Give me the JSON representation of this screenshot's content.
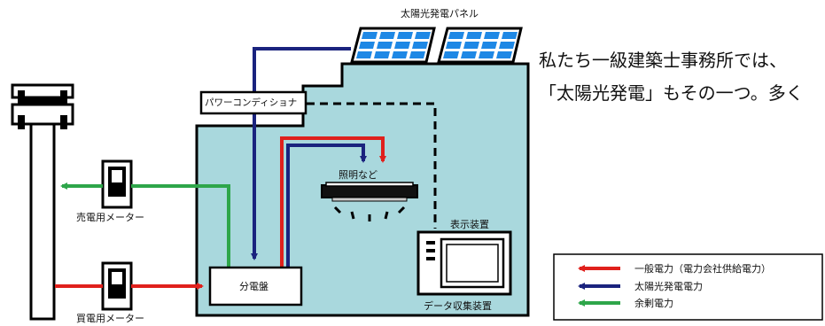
{
  "labels": {
    "solar_panel": "太陽光発電パネル",
    "power_conditioner": "パワーコンディショナ",
    "lighting": "照明など",
    "display": "表示装置",
    "data_collector": "データ収集装置",
    "distribution_board": "分電盤",
    "sell_meter": "売電用メーター",
    "buy_meter": "買電用メーター"
  },
  "intro": {
    "line1": "私たち一級建築士事務所では、",
    "line2": "「太陽光発電」もその一つ。多く"
  },
  "legend": {
    "items": [
      {
        "label": "一般電力（電力会社供給電力）",
        "color": "#e0201c"
      },
      {
        "label": "太陽光発電電力",
        "color": "#1a237e"
      },
      {
        "label": "余剰電力",
        "color": "#2ea64a"
      }
    ]
  },
  "colors": {
    "house": "#a9d8dd",
    "grid_red": "#e0201c",
    "solar_blue": "#1a237e",
    "surplus_green": "#2ea64a",
    "panel_blue": "#1e88e5"
  }
}
